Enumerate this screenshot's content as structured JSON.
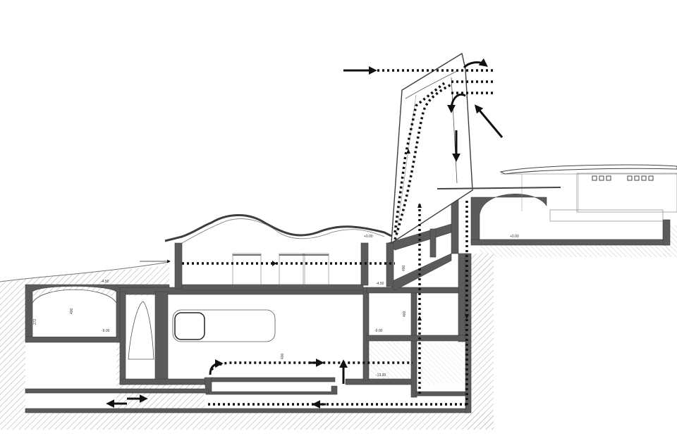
{
  "colors": {
    "wall": "#5b5b5b",
    "wall_dark": "#3d3d3d",
    "airflow": "#111111",
    "ground_hatch": "#9a9a9a",
    "background": "#ffffff"
  },
  "levels": {
    "left_vault_top": "-4.50",
    "left_vault_floor": "-9.00",
    "upper_right": "+0.00",
    "upper_right_near_duct": "+0.00",
    "mid_landing": "-4.50",
    "right_room_floor": "-9.00",
    "lowest": "-13.00"
  },
  "dimensions": {
    "vault_height": "400",
    "vault_clear": "272",
    "duct_height": "400",
    "right_room_height": "400",
    "lower_small": "400"
  }
}
